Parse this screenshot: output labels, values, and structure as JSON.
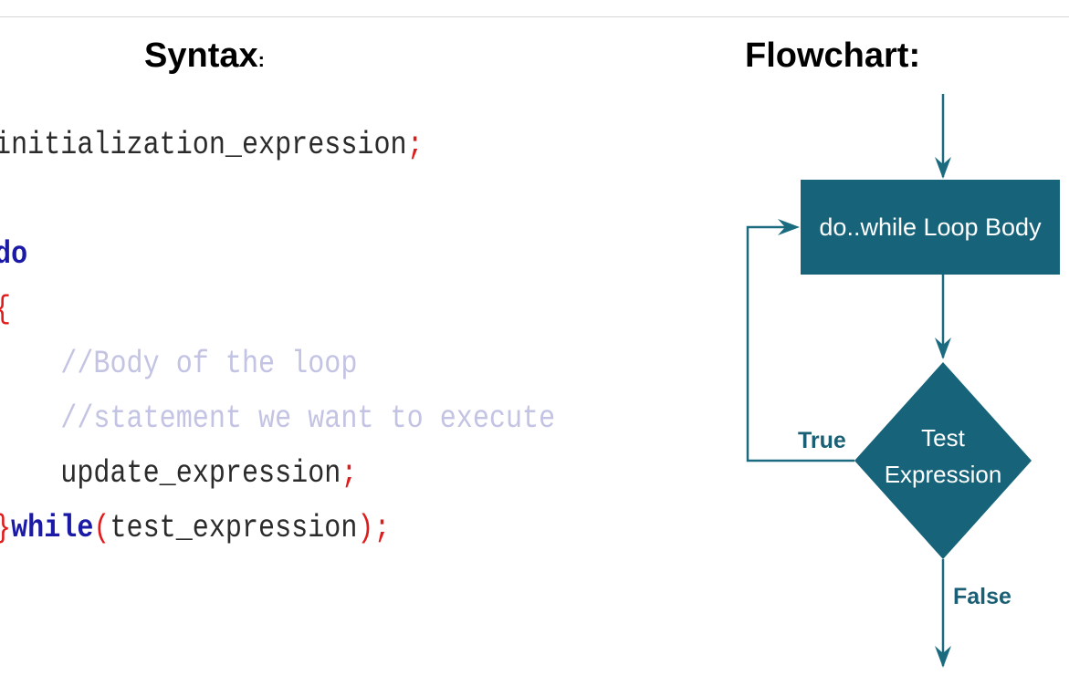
{
  "headings": {
    "syntax": "Syntax",
    "syntax_colon": ":",
    "flowchart": "Flowchart:"
  },
  "code": {
    "line1": {
      "text": "initialization_expression",
      "end": ";"
    },
    "line2": {
      "keyword": "do"
    },
    "line3": {
      "brace": "{"
    },
    "line4": {
      "comment": "//Body of the loop"
    },
    "line5": {
      "comment": "//statement we want to execute"
    },
    "line6": {
      "text": "update_expression",
      "end": ";"
    },
    "line7": {
      "brace": "}",
      "keyword": "while",
      "open": "(",
      "text": "test_expression",
      "close": ")",
      "end": ";"
    }
  },
  "flowchart": {
    "body_box": "do..while Loop Body",
    "decision_line1": "Test",
    "decision_line2": "Expression",
    "true_label": "True",
    "false_label": "False",
    "colors": {
      "fill": "#17647a",
      "stroke": "#1a6b80",
      "box_text": "#ffffff",
      "label_text": "#1a5f73"
    }
  },
  "colors": {
    "keyword": "#1a1aa6",
    "punctuation": "#e01b1b",
    "comment": "#c3c3e3",
    "code_text": "#2b2b2b"
  }
}
